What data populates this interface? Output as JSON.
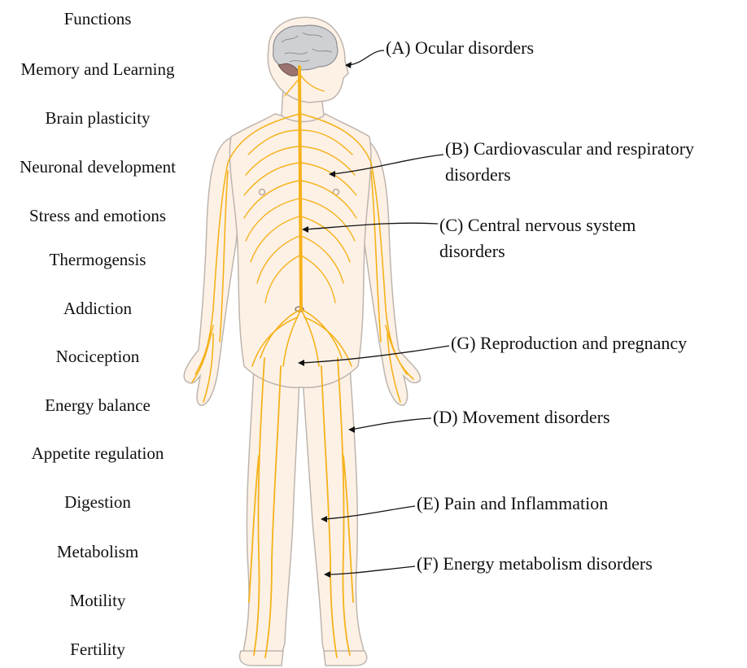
{
  "functions": {
    "heading": "Functions",
    "items": [
      "Memory and Learning",
      "Brain plasticity",
      "Neuronal development",
      "Stress and emotions",
      "Thermogensis",
      "Addiction",
      "Nociception",
      "Energy balance",
      "Appetite regulation",
      "Digestion",
      "Metabolism",
      "Motility",
      "Fertility"
    ]
  },
  "disorders": {
    "a": "(A) Ocular disorders",
    "b_line1": "(B) Cardiovascular and respiratory",
    "b_line2": "disorders",
    "c_line1": "(C) Central nervous system",
    "c_line2": "disorders",
    "g": "(G) Reproduction and pregnancy",
    "d": "(D) Movement disorders",
    "e": "(E) Pain and Inflammation",
    "f": "(F) Energy metabolism disorders"
  },
  "colors": {
    "skin": "#fdf1e6",
    "skin_outline": "#bdb5ae",
    "nerve": "#f5b21a",
    "brain": "#cfd0d3",
    "cerebellum": "#9b7470"
  }
}
